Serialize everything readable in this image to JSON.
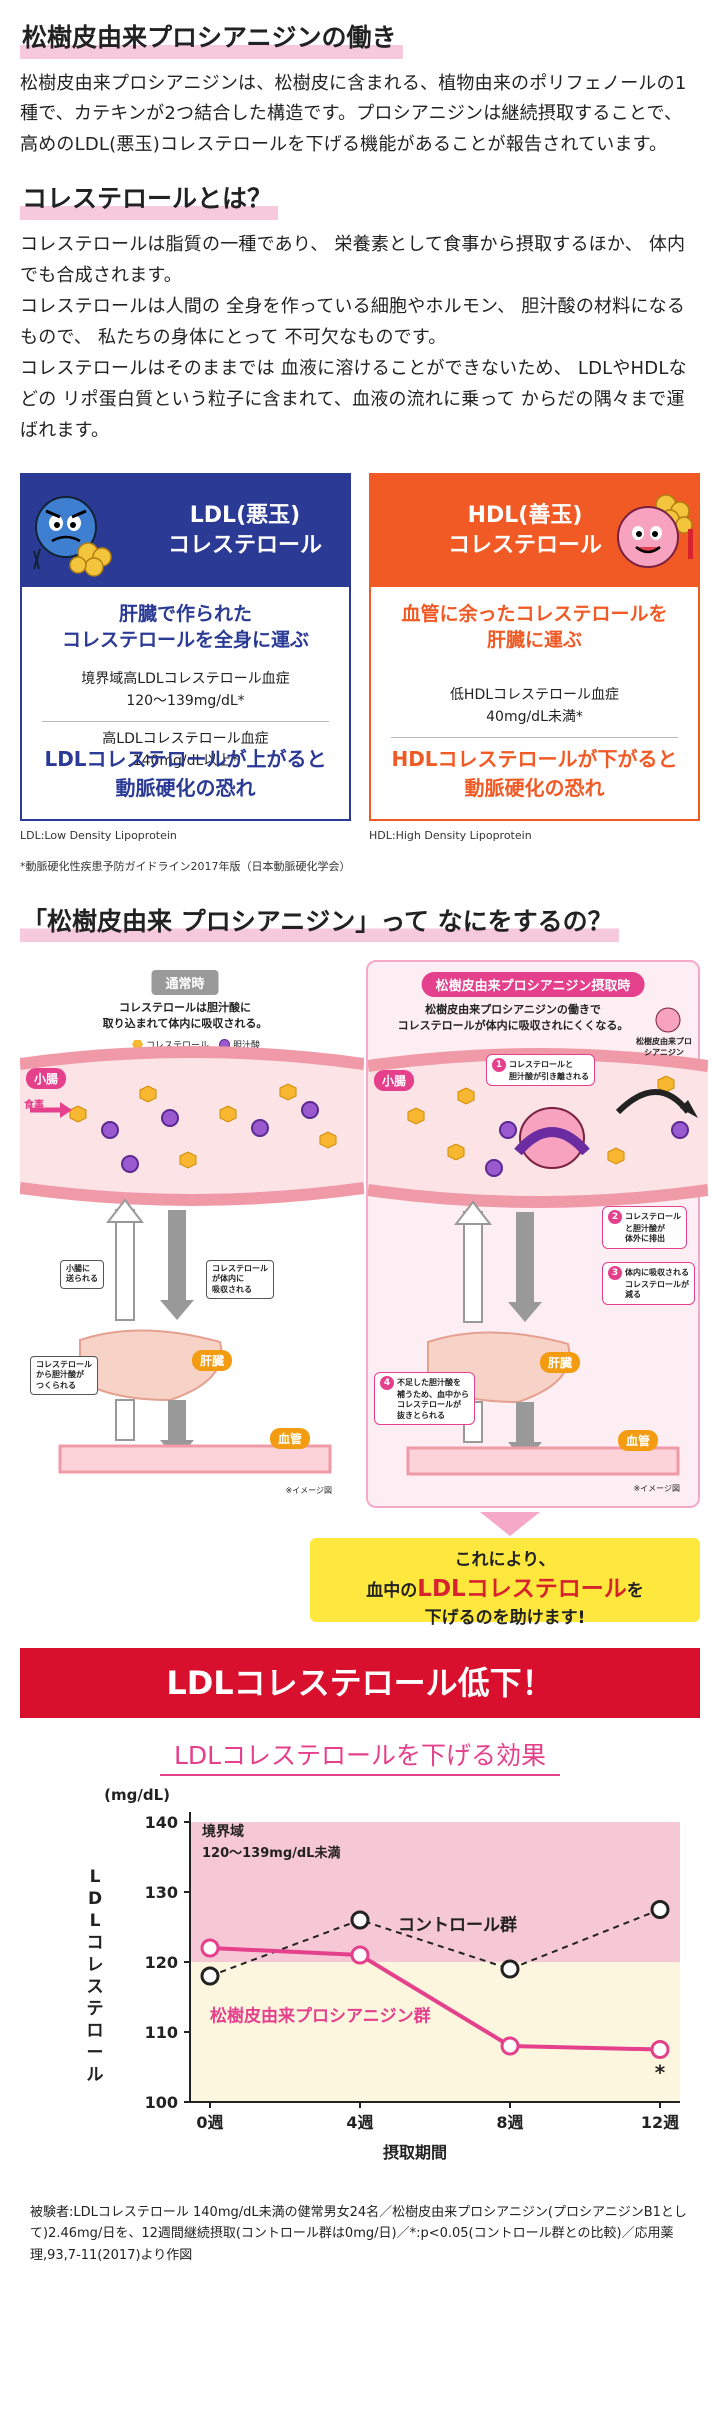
{
  "intro": {
    "title": "松樹皮由来プロシアニジンの働き",
    "body": "松樹皮由来プロシアニジンは、松樹皮に含まれる、植物由来のポリフェノールの1種で、カテキンが2つ結合した構造です。プロシアニジンは継続摂取することで、高めのLDL(悪玉)コレステロールを下げる機能があることが報告されています。"
  },
  "chol": {
    "title": "コレステロールとは？",
    "p1": "コレステロールは脂質の一種であり、 栄養素として食事から摂取するほか、 体内でも合成されます。",
    "p2": "コレステロールは人間の 全身を作っている細胞やホルモン、 胆汁酸の材料になるもので、 私たちの身体にとって 不可欠なものです。",
    "p3": "コレステロールはそのままでは 血液に溶けることができないため、 LDLやHDLなどの リポ蛋白質という粒子に含まれて、血液の流れに乗って からだの隅々まで運ばれます。"
  },
  "ldl": {
    "title_1": "LDL(悪玉)",
    "title_2": "コレステロール",
    "lead_1": "肝臓で作られた",
    "lead_2": "コレステロールを全身に運ぶ",
    "crit1_1": "境界域高LDLコレステロール血症",
    "crit1_2": "120～139mg/dL*",
    "crit2_1": "高LDLコレステロール血症",
    "crit2_2": "140mg/dL以上*",
    "conc_1": "LDLコレステロールが上がると",
    "conc_2": "動脈硬化の恐れ",
    "abbr": "LDL:Low Density Lipoprotein"
  },
  "hdl": {
    "title_1": "HDL(善玉)",
    "title_2": "コレステロール",
    "lead_1": "血管に余ったコレステロールを",
    "lead_2": "肝臓に運ぶ",
    "crit1_1": "低HDLコレステロール血症",
    "crit1_2": "40mg/dL未満*",
    "conc_1": "HDLコレステロールが下がると",
    "conc_2": "動脈硬化の恐れ",
    "abbr": "HDL:High Density Lipoprotein"
  },
  "footnote": "*動脈硬化性疾患予防ガイドライン2017年版（日本動脈硬化学会）",
  "mechanism": {
    "title": "「松樹皮由来 プロシアニジン」って なにをするの？",
    "normal": {
      "pill": "通常時",
      "text_1": "コレステロールは胆汁酸に",
      "text_2": "取り込まれて体内に吸収される。",
      "legend_chol": "コレステロール",
      "legend_bile": "胆汁酸",
      "intestine": "小腸",
      "food": "食事",
      "liver": "肝臓",
      "vessel": "血管",
      "a1_1": "小腸に",
      "a1_2": "送られる",
      "a2_1": "コレステロール",
      "a2_2": "が体内に",
      "a2_3": "吸収される",
      "a3_1": "コレステロール",
      "a3_2": "から胆汁酸が",
      "a3_3": "つくられる",
      "note": "※イメージ図"
    },
    "with": {
      "pill": "松樹皮由来プロシアニジン摂取時",
      "text_1": "松樹皮由来プロシアニジンの働きで",
      "text_2": "コレステロールが体内に吸収されにくくなる。",
      "mascot": "松樹皮由来プロシアニジン",
      "intestine": "小腸",
      "liver": "肝臓",
      "vessel": "血管",
      "s1_1": "コレステロールと",
      "s1_2": "胆汁酸が引き離される",
      "s2_1": "コレステロール",
      "s2_2": "と胆汁酸が",
      "s2_3": "体外に排出",
      "s3_1": "体内に吸収される",
      "s3_2": "コレステロールが",
      "s3_3": "減る",
      "s4_1": "不足した胆汁酸を",
      "s4_2": "補うため、血中から",
      "s4_3": "コレステロールが",
      "s4_4": "抜きとられる",
      "n1": "1",
      "n2": "2",
      "n3": "3",
      "n4": "4",
      "note": "※イメージ図"
    }
  },
  "result": {
    "line1": "これにより、",
    "line2_pre": "血中の",
    "line2_red": "LDLコレステロール",
    "line2_post": "を",
    "line3": "下げるのを助けます!"
  },
  "banner": "LDLコレステロール低下！",
  "chart_data": {
    "type": "line",
    "title": "LDLコレステロールを下げる効果",
    "unit": "(mg/dL)",
    "ylabel": "LDLコレステロール",
    "xlabel": "摂取期間",
    "x": [
      "0週",
      "4週",
      "8週",
      "12週"
    ],
    "ylim": [
      100,
      140
    ],
    "yticks": [
      100,
      110,
      120,
      130,
      140
    ],
    "band": {
      "label_1": "境界域",
      "label_2": "120～139mg/dL未満",
      "range": [
        120,
        140
      ]
    },
    "series": [
      {
        "name": "コントロール群",
        "values": [
          118,
          126,
          119,
          127.5
        ],
        "color": "#222222",
        "style": "dashed"
      },
      {
        "name": "松樹皮由来プロシアニジン群",
        "values": [
          122,
          121,
          108,
          107.5
        ],
        "color": "#e5408c",
        "style": "solid"
      }
    ],
    "significance": {
      "mark": "*",
      "index": 3
    }
  },
  "caption": "被験者:LDLコレステロール 140mg/dL未満の健常男女24名／松樹皮由来プロシアニジン(プロシアニジンB1として)2.46mg/日を、12週間継続摂取(コントロール群は0mg/日)／*:p<0.05(コントロール群との比較)／応用薬理,93,7-11(2017)より作図",
  "colors": {
    "ldl": "#2a3a95",
    "hdl": "#f15a24",
    "accent": "#e5408c",
    "banner": "#d8102e",
    "result_bg": "#ffe83d"
  }
}
